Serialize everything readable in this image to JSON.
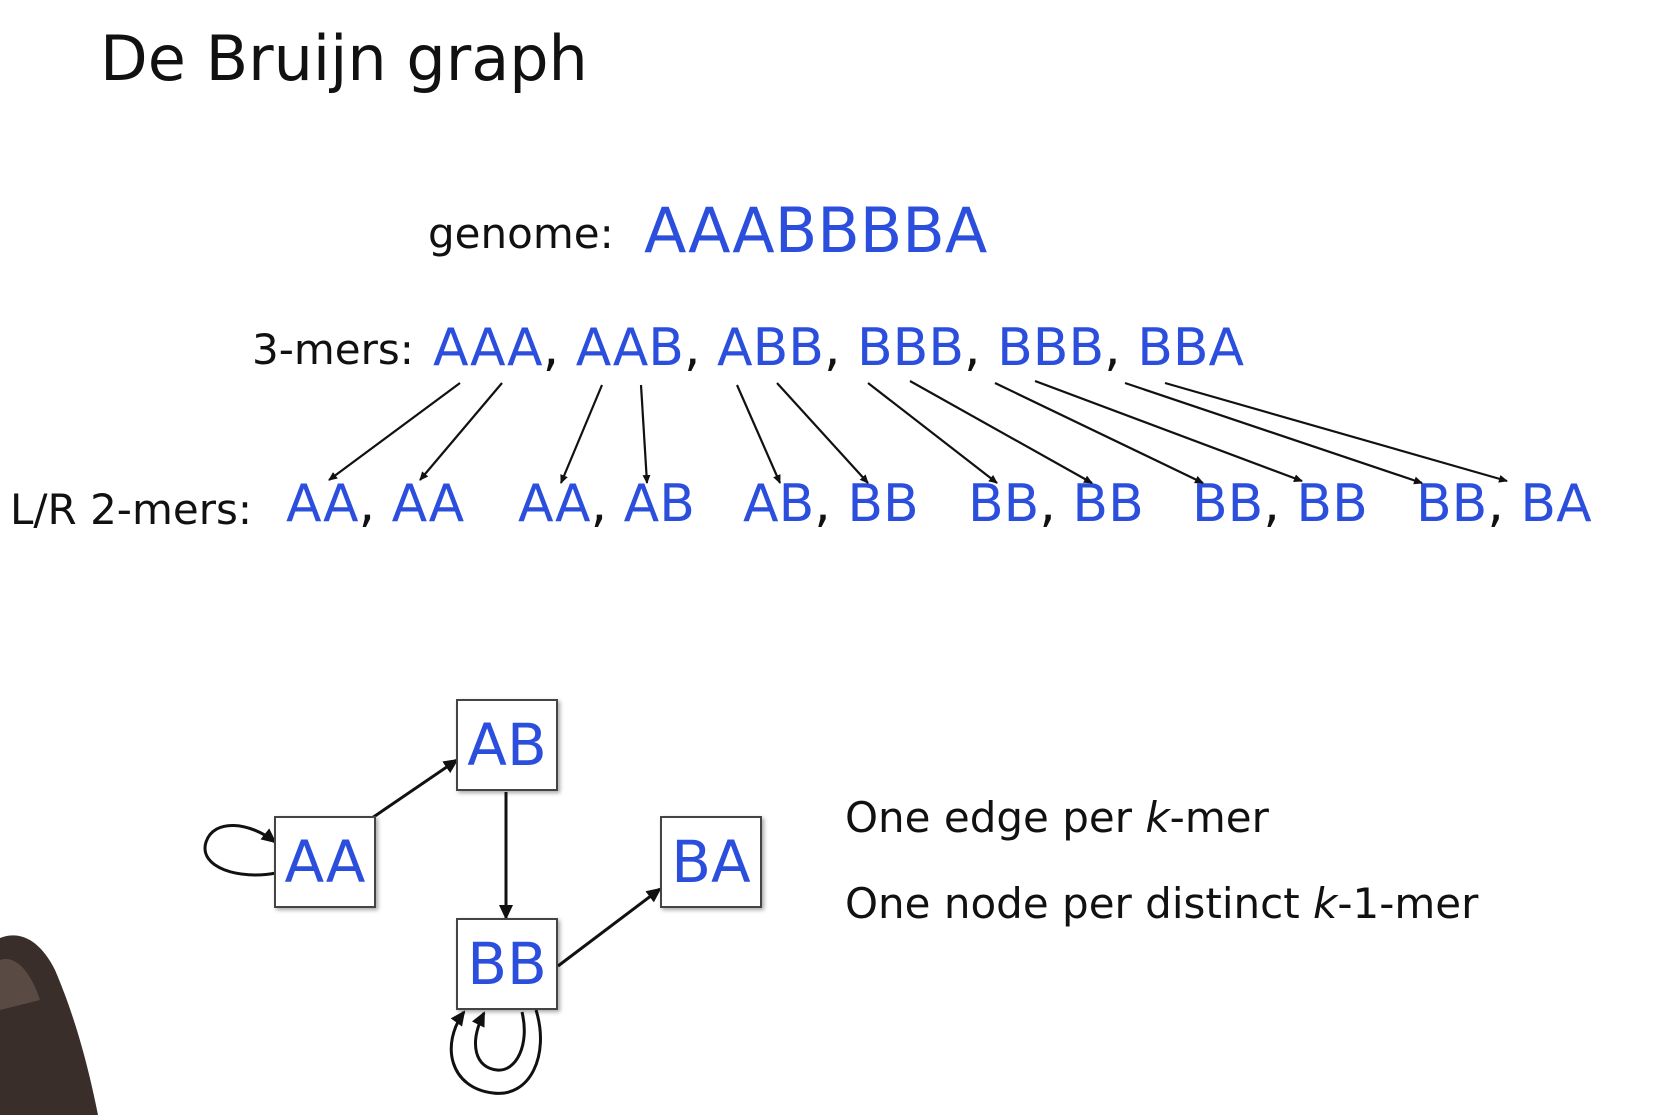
{
  "title": "De Bruijn graph",
  "genome": {
    "label": "genome:",
    "sequence": "AAABBBBA"
  },
  "kmers": {
    "label": "3-mers:",
    "items": [
      "AAA",
      "AAB",
      "ABB",
      "BBB",
      "BBB",
      "BBA"
    ],
    "separator": ","
  },
  "lr_2mers": {
    "label": "L/R 2-mers:",
    "pairs": [
      {
        "left": "AA",
        "right": "AA"
      },
      {
        "left": "AA",
        "right": "AB"
      },
      {
        "left": "AB",
        "right": "BB"
      },
      {
        "left": "BB",
        "right": "BB"
      },
      {
        "left": "BB",
        "right": "BB"
      },
      {
        "left": "BB",
        "right": "BA"
      }
    ]
  },
  "graph": {
    "nodes": [
      "AA",
      "AB",
      "BB",
      "BA"
    ],
    "edges": [
      {
        "from": "AA",
        "to": "AA"
      },
      {
        "from": "AA",
        "to": "AB"
      },
      {
        "from": "AB",
        "to": "BB"
      },
      {
        "from": "BB",
        "to": "BB"
      },
      {
        "from": "BB",
        "to": "BB"
      },
      {
        "from": "BB",
        "to": "BA"
      }
    ]
  },
  "notes": {
    "edge_rule": {
      "before": "One edge per ",
      "italic": "k",
      "after": "-mer"
    },
    "node_rule": {
      "before": "One node per distinct ",
      "italic": "k",
      "after": "-1-mer"
    }
  },
  "colors": {
    "kmer_text": "#2b4fdc",
    "text": "#111111",
    "background": "#ffffff"
  }
}
